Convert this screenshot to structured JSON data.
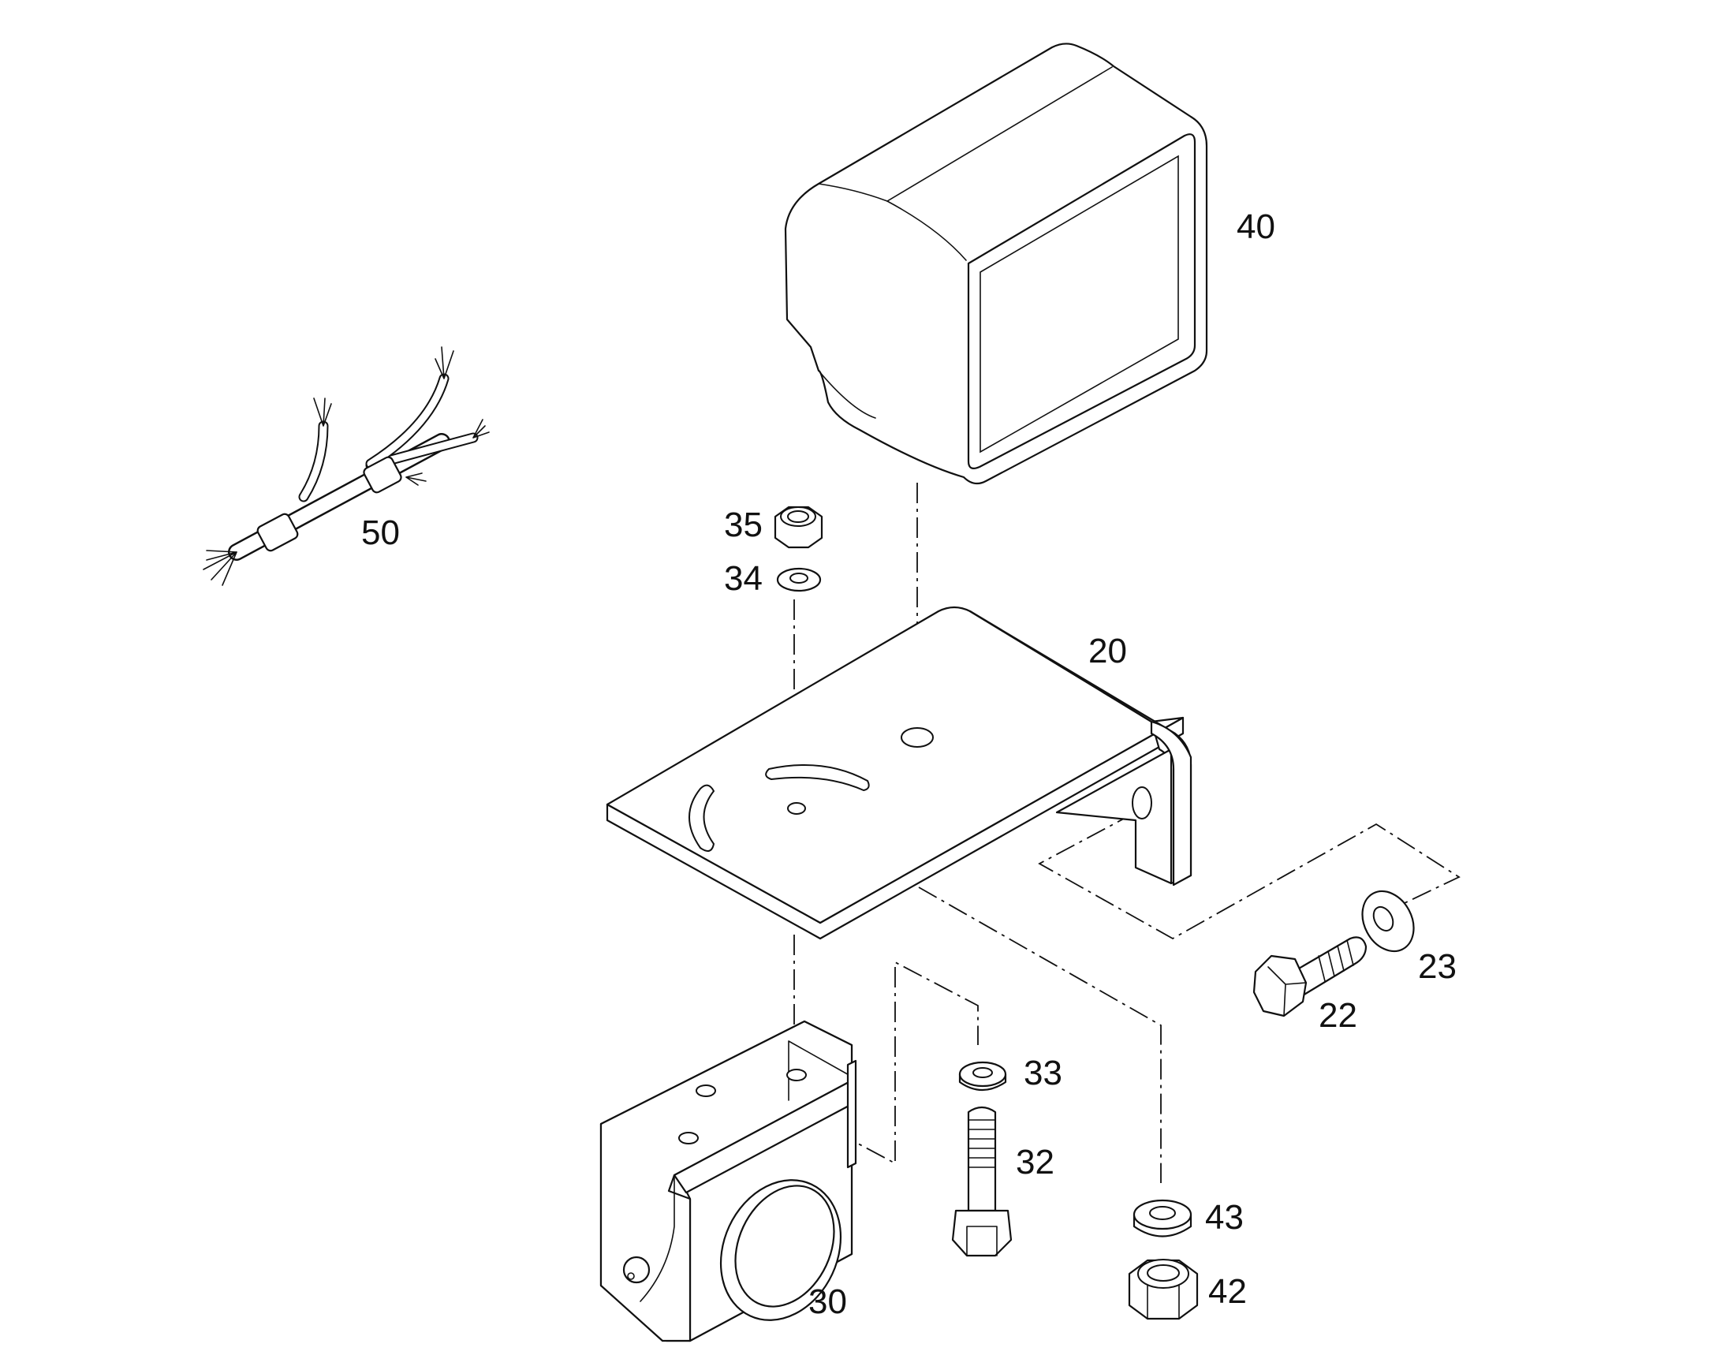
{
  "labels": {
    "p20": "20",
    "p22": "22",
    "p23": "23",
    "p30": "30",
    "p32": "32",
    "p33": "33",
    "p34": "34",
    "p35": "35",
    "p40": "40",
    "p42": "42",
    "p43": "43",
    "p50": "50"
  }
}
